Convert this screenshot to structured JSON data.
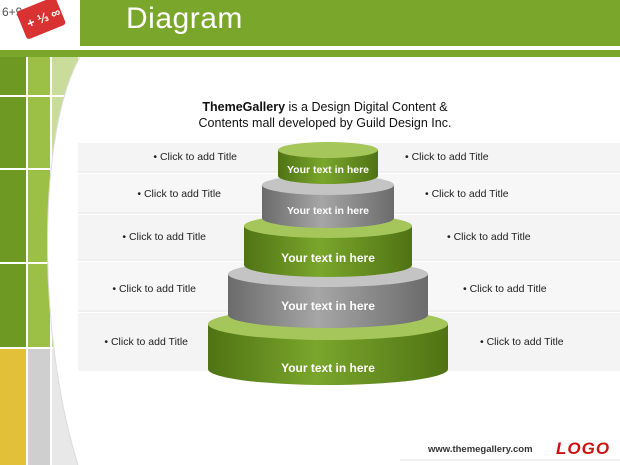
{
  "slide": {
    "title": "Diagram",
    "subtitle_bold": "ThemeGallery",
    "subtitle_rest_line1": " is a Design Digital Content &",
    "subtitle_line2": "Contents mall developed by Guild Design Inc.",
    "corner_text": "6+9",
    "corner_tag_text": "+ ⅓ ∞"
  },
  "tiers": [
    {
      "text": "Your text in here",
      "left_label": "• Click to add Title",
      "right_label": "• Click to add Title",
      "color": "green"
    },
    {
      "text": "Your text in here",
      "left_label": "• Click to add Title",
      "right_label": "• Click to add Title",
      "color": "gray"
    },
    {
      "text": "Your text in here",
      "left_label": "• Click to add Title",
      "right_label": "• Click to add Title",
      "color": "green"
    },
    {
      "text": "Your text in here",
      "left_label": "• Click to add Title",
      "right_label": "• Click to add Title",
      "color": "gray"
    },
    {
      "text": "Your text in here",
      "left_label": "• Click to add Title",
      "right_label": "• Click to add Title",
      "color": "green"
    }
  ],
  "footer": {
    "url": "www.themegallery.com",
    "logo": "LOGO"
  },
  "colors": {
    "green": "#6e9a24",
    "green_dark": "#4f7314",
    "green_light": "#a4c65a",
    "gray": "#8c8c8c",
    "gray_dark": "#6b6b6b",
    "gray_light": "#c4c4c4",
    "yellow": "#e2c038",
    "logo_red": "#cc1111"
  }
}
